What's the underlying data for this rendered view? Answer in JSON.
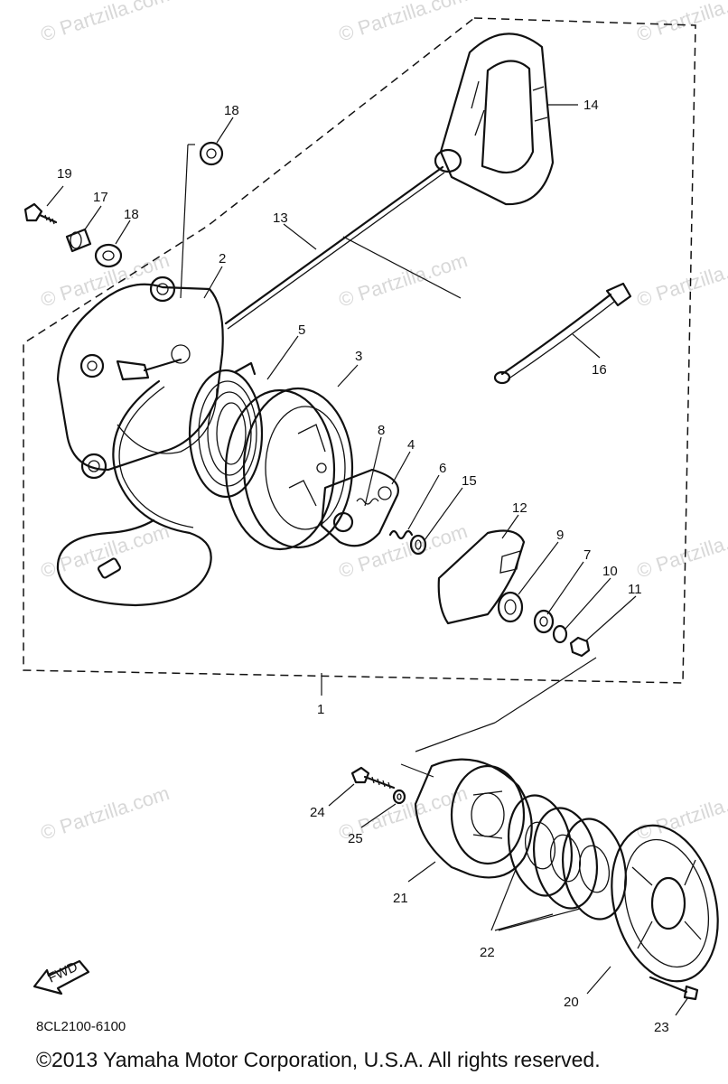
{
  "diagram": {
    "watermark": "© Partzilla.com",
    "catalog_code": "8CL2100-6100",
    "copyright": "©2013  Yamaha Motor Corporation, U.S.A. All rights reserved.",
    "fwd_label": "FWD",
    "part_numbers": {
      "p1": "1",
      "p2": "2",
      "p3": "3",
      "p4": "4",
      "p5": "5",
      "p6": "6",
      "p7": "7",
      "p8": "8",
      "p9": "9",
      "p10": "10",
      "p11": "11",
      "p12": "12",
      "p13": "13",
      "p14": "14",
      "p15": "15",
      "p16": "16",
      "p17": "17",
      "p18a": "18",
      "p18b": "18",
      "p19": "19",
      "p20": "20",
      "p21": "21",
      "p22": "22",
      "p23": "23",
      "p24": "24",
      "p25": "25"
    }
  }
}
